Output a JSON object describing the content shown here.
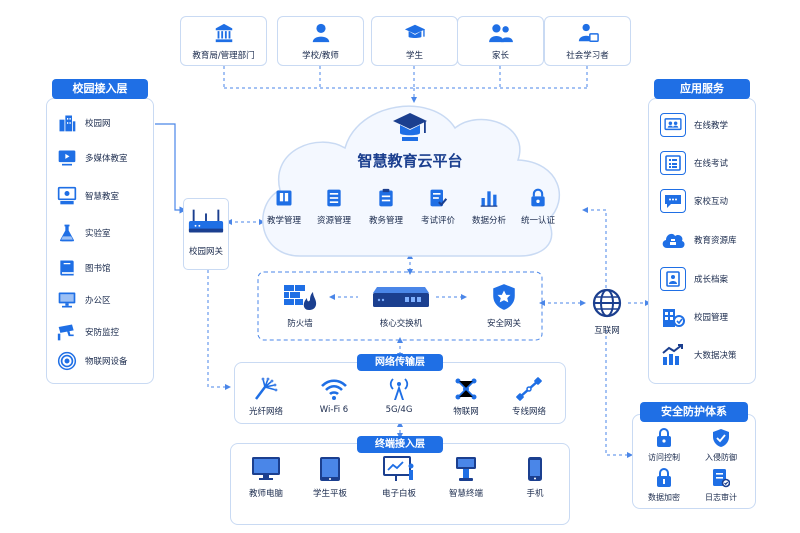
{
  "users": [
    "教育局/管理部门",
    "学校/教师",
    "学生",
    "家长",
    "社会学习者"
  ],
  "left_panel": {
    "title": "校园接入层",
    "items": [
      "校园网",
      "多媒体教室",
      "智慧教室",
      "实验室",
      "图书馆",
      "办公区",
      "安防监控",
      "物联网设备"
    ]
  },
  "gateway": {
    "label": "校园网关"
  },
  "cloud": {
    "title": "智慧教育云平台",
    "services": [
      "教学管理",
      "资源管理",
      "教务管理",
      "考试评价",
      "数据分析",
      "统一认证"
    ]
  },
  "core": {
    "firewall": "防火墙",
    "switch": "核心交换机",
    "security_gateway": "安全网关"
  },
  "internet": {
    "label": "互联网"
  },
  "network_layer": {
    "title": "网络传输层",
    "items": [
      "光纤网络",
      "Wi-Fi 6",
      "5G/4G",
      "物联网",
      "专线网络"
    ]
  },
  "terminal_layer": {
    "title": "终端接入层",
    "items": [
      "教师电脑",
      "学生平板",
      "电子白板",
      "智慧终端",
      "手机"
    ]
  },
  "right_panel": {
    "title": "应用服务",
    "items": [
      "在线教学",
      "在线考试",
      "家校互动",
      "教育资源库",
      "成长档案",
      "校园管理",
      "大数据决策"
    ]
  },
  "security_panel": {
    "title": "安全防护体系",
    "items": [
      "访问控制",
      "入侵防御",
      "数据加密",
      "日志审计"
    ]
  },
  "colors": {
    "primary": "#1f6fe5",
    "dark": "#1b3f8f",
    "border": "#c9daf3",
    "dash": "#4a86e8",
    "cloud_fill": "#f4f8ff"
  }
}
